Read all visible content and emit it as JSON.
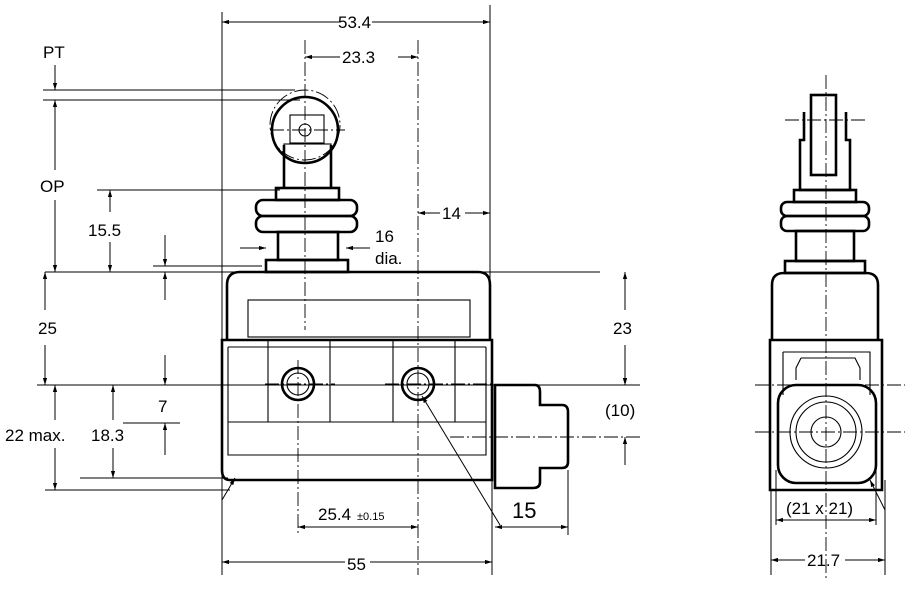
{
  "title": "Limit switch roller plunger dimensional drawing",
  "labels": {
    "pt": "PT",
    "op": "OP",
    "dim_53_4": "53.4",
    "dim_23_3": "23.3",
    "dim_14": "14",
    "dim_15_5": "15.5",
    "dim_16": "16",
    "dim_dia": "dia.",
    "dim_25": "25",
    "dim_23": "23",
    "dim_7": "7",
    "dim_10": "(10)",
    "dim_22max": "22 max.",
    "dim_18_3": "18.3",
    "dim_25_4": "25.4",
    "dim_tol": "±0.15",
    "dim_15": "15",
    "dim_55": "55",
    "dim_21x21": "(21 x 21)",
    "dim_21_7": "21.7"
  }
}
